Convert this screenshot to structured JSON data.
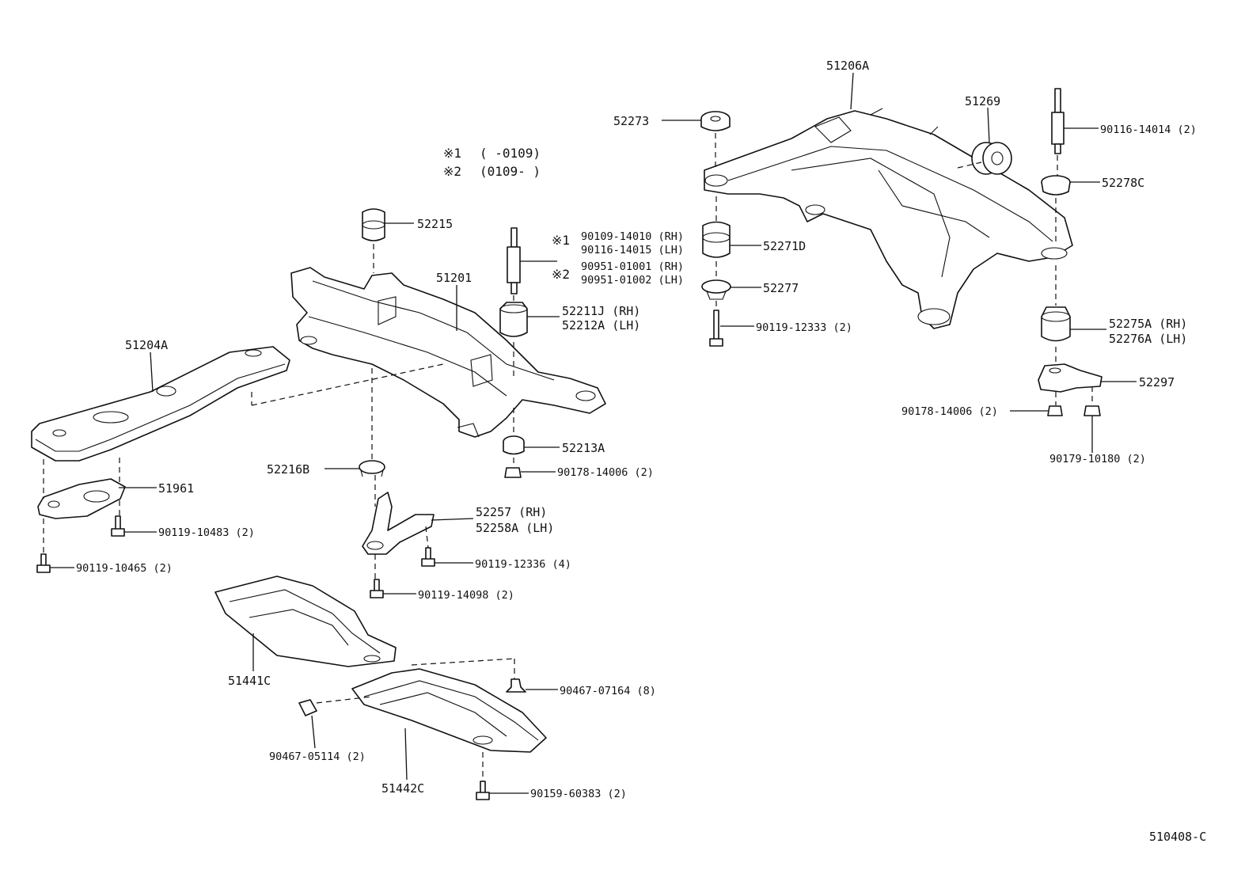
{
  "diagram_code": "510408-C",
  "notes": [
    {
      "mark": "※1",
      "text": "(      -0109)"
    },
    {
      "mark": "※2",
      "text": "(0109-      )"
    }
  ],
  "labels": {
    "l51206A": "51206A",
    "l52273": "52273",
    "l51269": "51269",
    "l90116_14014": "90116-14014 (2)",
    "l52278C": "52278C",
    "l52271D": "52271D",
    "l52277": "52277",
    "l90119_12333": "90119-12333 (2)",
    "l52275A": "52275A (RH)",
    "l52276A": "52276A (LH)",
    "l52297": "52297",
    "l90178_14006_r": "90178-14006 (2)",
    "l90179_10180": "90179-10180 (2)",
    "l52215": "52215",
    "l51201": "51201",
    "m1": "※1",
    "l90109_14010": "90109-14010 (RH)",
    "l90116_14015": "90116-14015 (LH)",
    "m2": "※2",
    "l90951_01001": "90951-01001 (RH)",
    "l90951_01002": "90951-01002 (LH)",
    "l52211J": "52211J (RH)",
    "l52212A": "52212A (LH)",
    "l51204A": "51204A",
    "l52213A": "52213A",
    "l90178_14006_l": "90178-14006 (2)",
    "l52216B": "52216B",
    "l51961": "51961",
    "l52257": "52257  (RH)",
    "l52258A": "52258A (LH)",
    "l90119_10483": "90119-10483 (2)",
    "l90119_12336": "90119-12336 (4)",
    "l90119_10465": "90119-10465 (2)",
    "l90119_14098": "90119-14098 (2)",
    "l51441C": "51441C",
    "l90467_07164": "90467-07164 (8)",
    "l90467_05114": "90467-05114 (2)",
    "l51442C": "51442C",
    "l90159_60383": "90159-60383 (2)"
  }
}
